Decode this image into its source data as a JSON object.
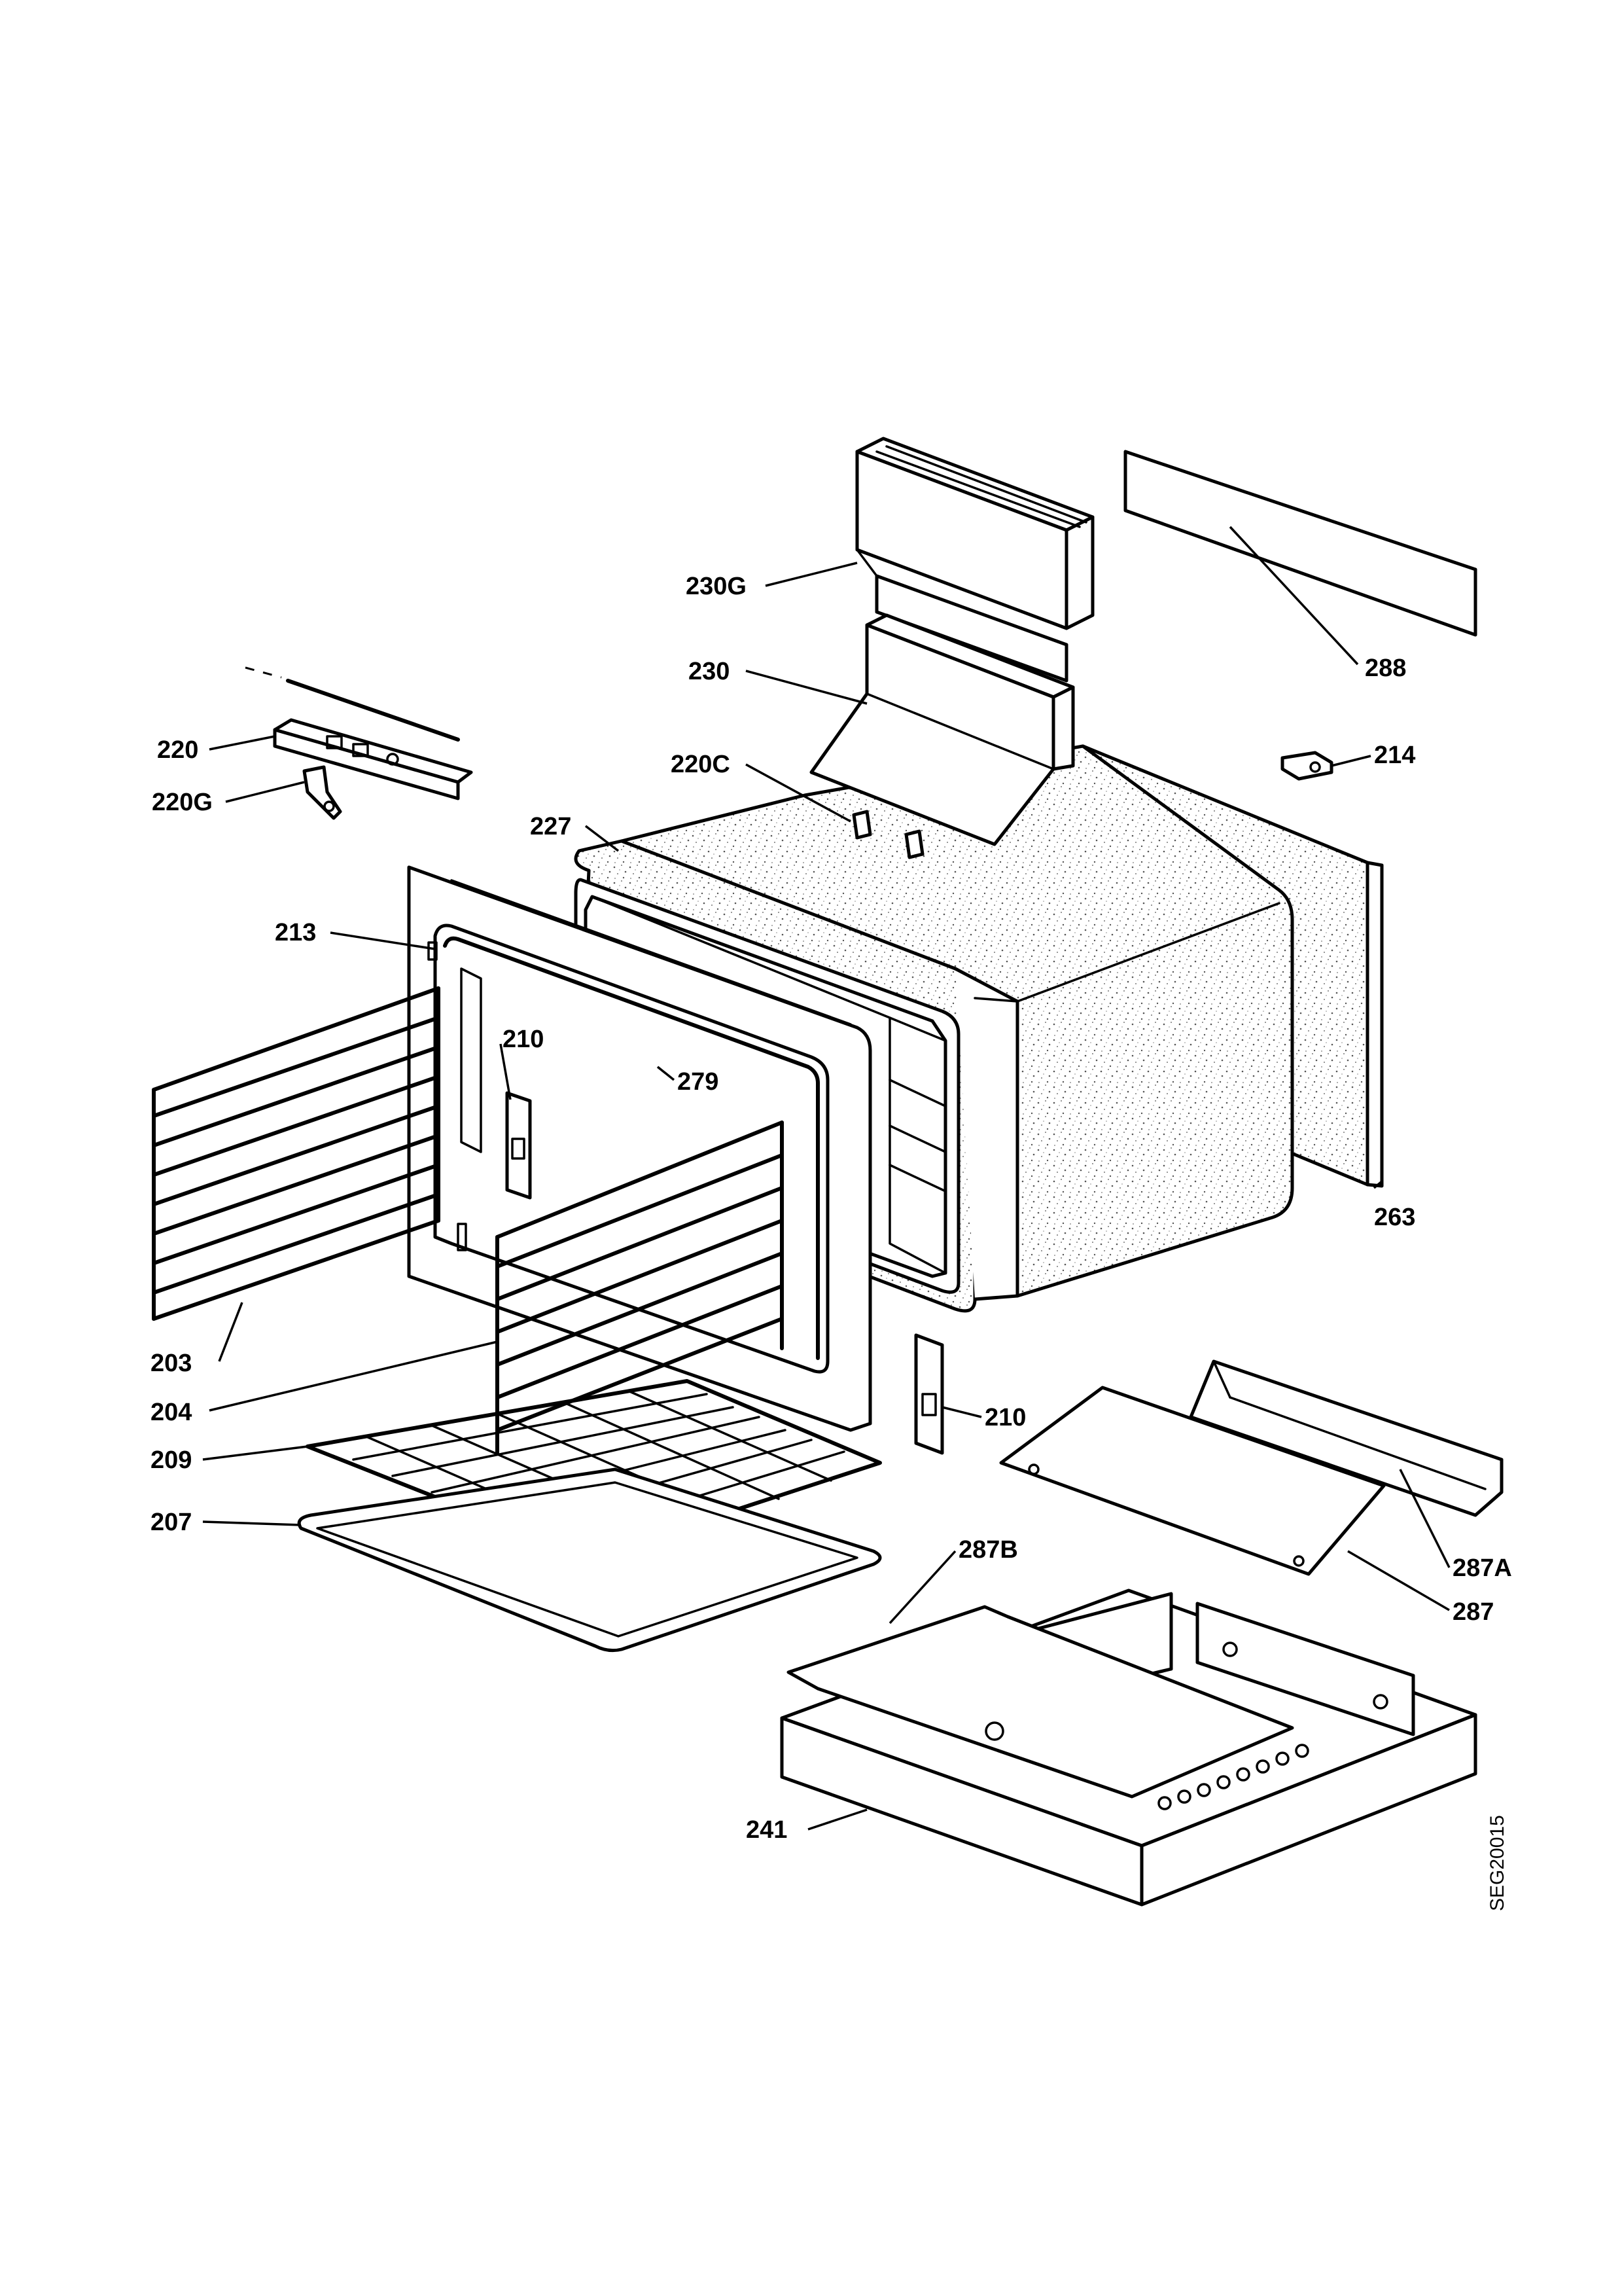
{
  "drawing_code": "SEG20015",
  "labels": [
    {
      "id": "230G",
      "text": "230G"
    },
    {
      "id": "230",
      "text": "230"
    },
    {
      "id": "288",
      "text": "288"
    },
    {
      "id": "220",
      "text": "220"
    },
    {
      "id": "220G",
      "text": "220G"
    },
    {
      "id": "220C",
      "text": "220C"
    },
    {
      "id": "214",
      "text": "214"
    },
    {
      "id": "227",
      "text": "227"
    },
    {
      "id": "213",
      "text": "213"
    },
    {
      "id": "210a",
      "text": "210"
    },
    {
      "id": "279",
      "text": "279"
    },
    {
      "id": "263",
      "text": "263"
    },
    {
      "id": "203",
      "text": "203"
    },
    {
      "id": "204",
      "text": "204"
    },
    {
      "id": "210b",
      "text": "210"
    },
    {
      "id": "209",
      "text": "209"
    },
    {
      "id": "207",
      "text": "207"
    },
    {
      "id": "287B",
      "text": "287B"
    },
    {
      "id": "287A",
      "text": "287A"
    },
    {
      "id": "287",
      "text": "287"
    },
    {
      "id": "241",
      "text": "241"
    }
  ]
}
